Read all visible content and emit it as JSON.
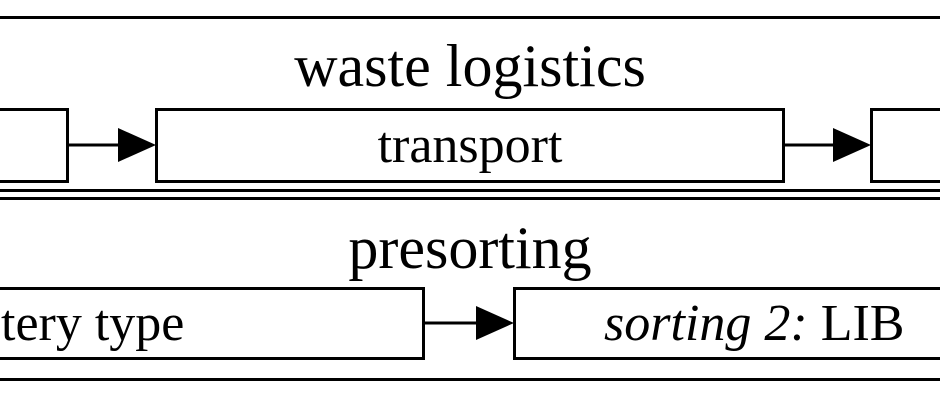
{
  "waste_logistics": {
    "title": "waste logistics",
    "steps": [
      {
        "label": ""
      },
      {
        "label": "transport"
      },
      {
        "label": ""
      }
    ]
  },
  "presorting": {
    "title": "presorting",
    "steps": [
      {
        "label": "tery type"
      },
      {
        "label_italic": "sorting 2:",
        "label_rest": " LIB"
      }
    ]
  }
}
